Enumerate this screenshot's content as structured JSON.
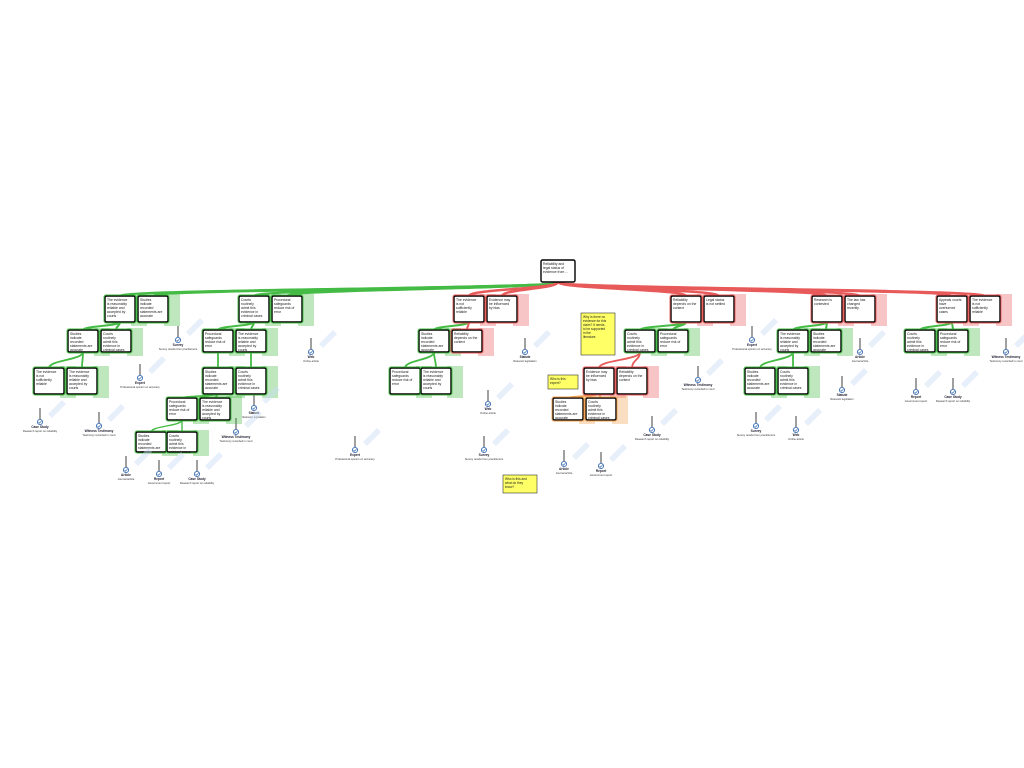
{
  "root": {
    "label": "Reliability and legal status of evidence from ...",
    "color": "#ffffff"
  },
  "colors": {
    "pro": "#44bb44",
    "con": "#e85a5a",
    "rebuttal": "#f0a050",
    "evidence": "#3d6fb5",
    "note": "#ffff66"
  },
  "tags": {
    "pro": "SUPPORT",
    "con": "OBJECTION",
    "rebuttal": "REBUTTAL"
  },
  "nodes": [
    {
      "id": "a1",
      "label": "The evidence is reasonably reliable and accepted by courts",
      "kind": "pro"
    },
    {
      "id": "a2",
      "label": "Studies indicate recorded statements are accurate",
      "kind": "pro"
    },
    {
      "id": "a3",
      "label": "Courts routinely admit this evidence in criminal cases",
      "kind": "pro"
    },
    {
      "id": "a4",
      "label": "Procedural safeguards reduce risk of error",
      "kind": "pro"
    },
    {
      "id": "a5",
      "label": "The evidence is not sufficiently reliable",
      "kind": "con"
    },
    {
      "id": "a6",
      "label": "Evidence may be influenced by bias",
      "kind": "con"
    },
    {
      "id": "a7",
      "label": "Reliability depends on the context",
      "kind": "con"
    },
    {
      "id": "a8",
      "label": "Legal status is not settled",
      "kind": "con"
    },
    {
      "id": "a9",
      "label": "Research is contested",
      "kind": "con"
    },
    {
      "id": "a10",
      "label": "The law has changed recently",
      "kind": "con"
    },
    {
      "id": "a11",
      "label": "Appeals courts have overturned cases",
      "kind": "con"
    }
  ],
  "notes": [
    "Why is there no evidence for this claim? It needs to be supported in the literature.",
    "Who is this expert?",
    "Who is this and what do they know?"
  ],
  "evidence": [
    {
      "title": "Case Study",
      "text": "Research report on reliability"
    },
    {
      "title": "Witness Testimony",
      "text": "Testimony recorded in court"
    },
    {
      "title": "Expert",
      "text": "Professional opinion on accuracy"
    },
    {
      "title": "Survey",
      "text": "Survey results from practitioners"
    },
    {
      "title": "Web",
      "text": "Online article"
    },
    {
      "title": "Statute",
      "text": "Relevant legislation"
    },
    {
      "title": "Article",
      "text": "Journal article"
    },
    {
      "title": "Report",
      "text": "Government report"
    }
  ]
}
